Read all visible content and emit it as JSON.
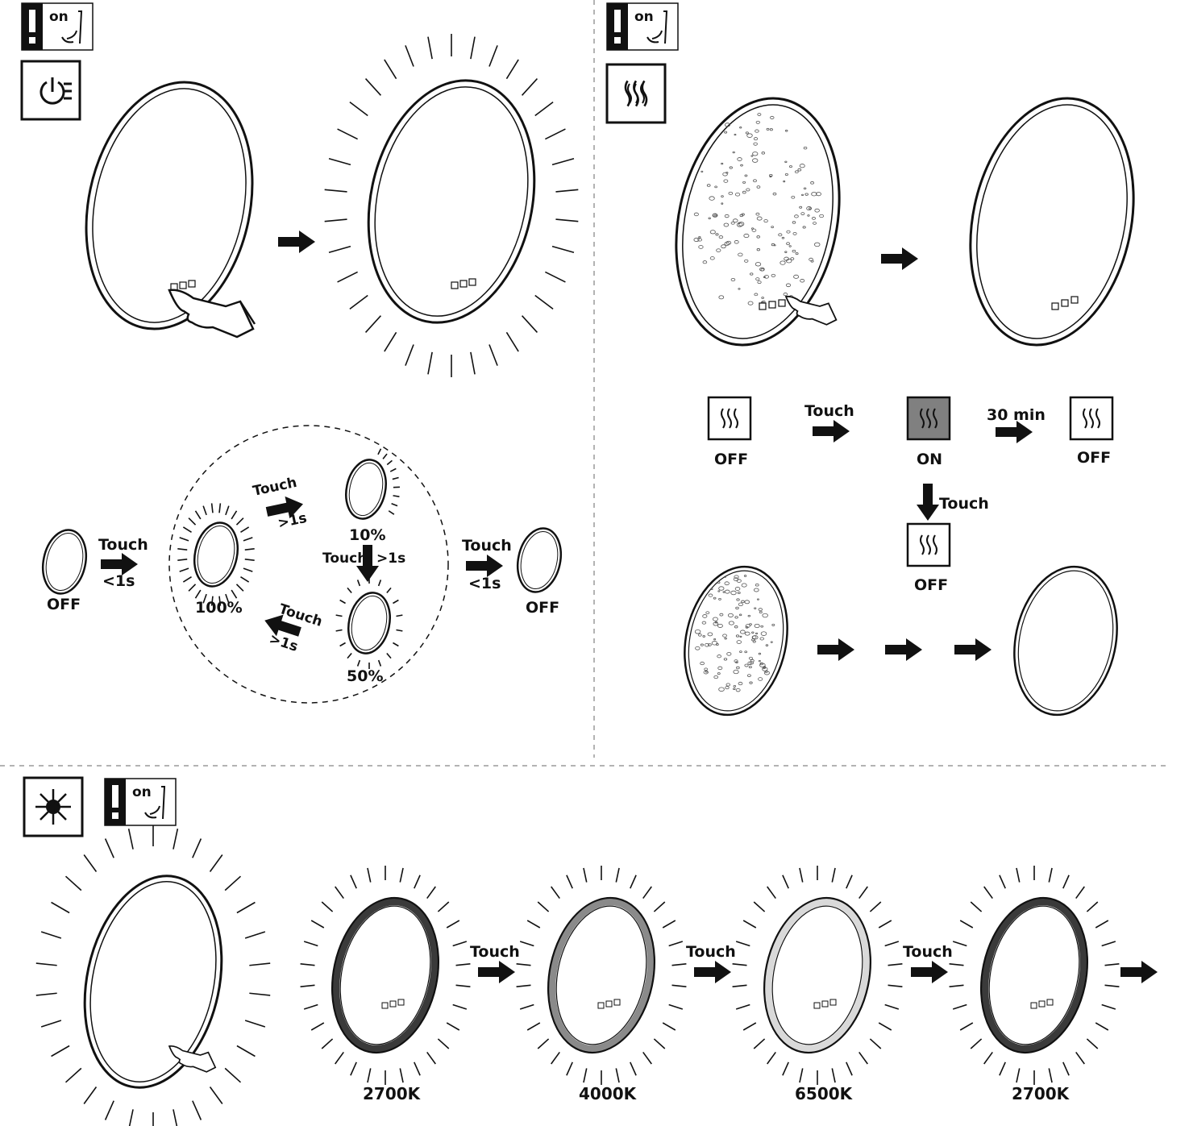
{
  "colors": {
    "ink": "#111111",
    "heater_on": "#808080",
    "divider": "#9a9a9a",
    "ring_4000k": "#8a8a8a",
    "ring_6500k": "#d9d9d9",
    "ring_2700k": "#3a3a3a"
  },
  "icons": {
    "warning_on": {
      "name": "warning-on-switch-icon",
      "text": "on"
    },
    "power_dim": "power-dimmer-icon",
    "heater": "heater-icon",
    "light": "light-color-icon"
  },
  "section_power": {
    "touch_short_1": "Touch",
    "lt1s_1": "<1s",
    "off_left": "OFF",
    "full": "100%",
    "touch_up": "Touch",
    "gt1s_up": ">1s",
    "ten": "10%",
    "touch_down": "Touch",
    "gt1s_down": ">1s",
    "fifty": "50%",
    "touch_back": "Touch",
    "gt1s_back": ">1s",
    "touch_short_2": "Touch",
    "lt1s_2": "<1s",
    "off_right": "OFF"
  },
  "section_heater": {
    "off_1": "OFF",
    "touch_1": "Touch",
    "on": "ON",
    "timer": "30 min",
    "off_2": "OFF",
    "touch_2": "Touch",
    "off_3": "OFF"
  },
  "section_color": {
    "temps": [
      "2700K",
      "4000K",
      "6500K",
      "2700K"
    ],
    "touches": [
      "Touch",
      "Touch",
      "Touch"
    ]
  }
}
